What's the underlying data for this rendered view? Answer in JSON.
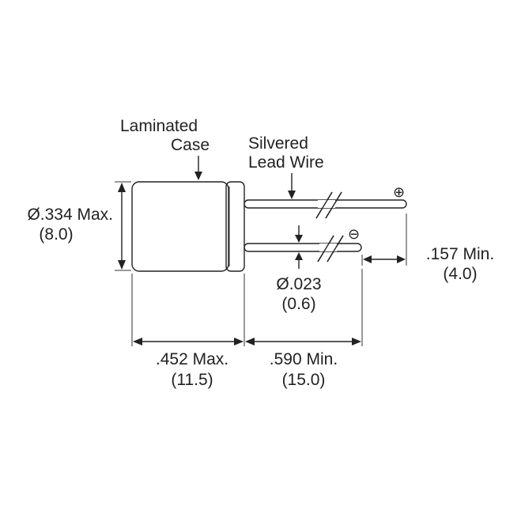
{
  "labels": {
    "case_line1": "Laminated",
    "case_line2": "Case",
    "lead_line1": "Silvered",
    "lead_line2": "Lead Wire",
    "diameter_in": "Ø.334 Max.",
    "diameter_mm": "(8.0)",
    "length_in": ".452 Max.",
    "length_mm": "(11.5)",
    "lead_length_in": ".590 Min.",
    "lead_length_mm": "(15.0)",
    "lead_spacing_in": ".157 Min.",
    "lead_spacing_mm": "(4.0)",
    "lead_diameter_in": "Ø.023",
    "lead_diameter_mm": "(0.6)",
    "positive": "⊕",
    "negative": "⊖"
  },
  "colors": {
    "line": "#222222",
    "background": "#ffffff"
  }
}
